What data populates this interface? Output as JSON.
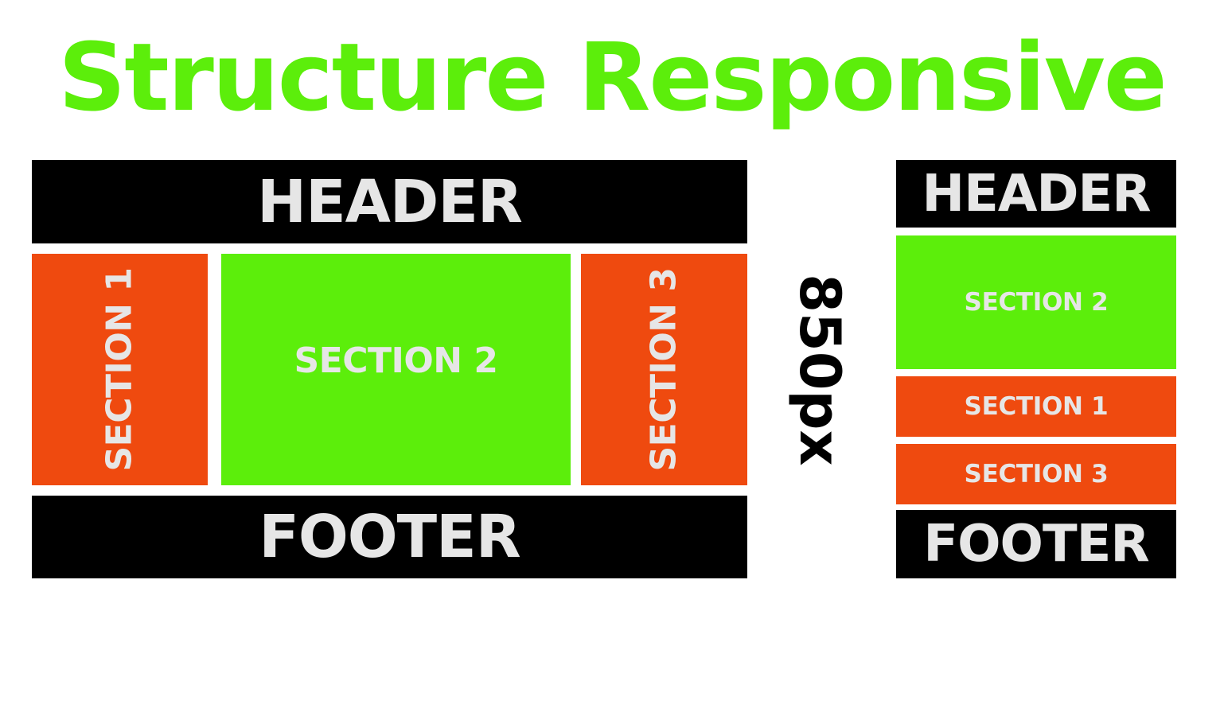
{
  "title": "Structure Responsive",
  "colors": {
    "title": "#5cee0b",
    "dark_block": "#000000",
    "side_section": "#ef4a0f",
    "main_section": "#5cee0b",
    "block_text": "#e6e6e6"
  },
  "desktop_layout": {
    "header": "HEADER",
    "section_1": "SECTION 1",
    "section_2": "SECTION 2",
    "section_3": "SECTION 3",
    "footer": "FOOTER"
  },
  "breakpoint_label": "850px",
  "mobile_layout": {
    "header": "HEADER",
    "section_2": "SECTION 2",
    "section_1": "SECTION 1",
    "section_3": "SECTION 3",
    "footer": "FOOTER"
  }
}
